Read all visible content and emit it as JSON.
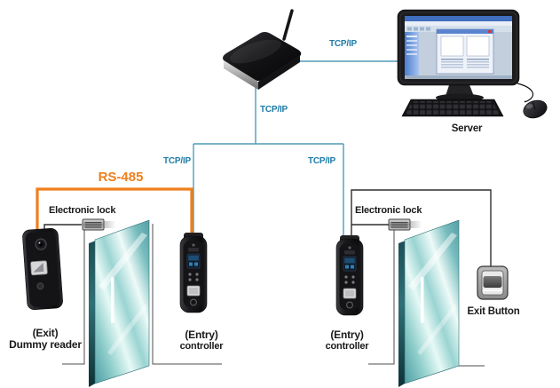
{
  "colors": {
    "tcp_line": "#4e9cba",
    "tcp_text": "#1e7ca8",
    "rs485": "#ee7f1d",
    "wire": "#2f2f2f",
    "leader": "#4d4d4d",
    "label_text": "#1a1a1a",
    "door_teal": "#5aa7ab"
  },
  "labels": {
    "tcp_router_server": "TCP/IP",
    "tcp_router_down": "TCP/IP",
    "tcp_branch_left": "TCP/IP",
    "tcp_branch_right": "TCP/IP",
    "rs485": "RS-485",
    "electronic_lock_left": "Electronic lock",
    "electronic_lock_right": "Electronic lock",
    "exit_dummy_reader": {
      "line1": "(Exit)",
      "line2": "Dummy reader"
    },
    "entry_controller_left": {
      "line1": "(Entry)",
      "line2": "controller"
    },
    "entry_controller_right": {
      "line1": "(Entry)",
      "line2": "controller"
    },
    "exit_button": "Exit Button",
    "server": "Server"
  },
  "topology": {
    "nodes": [
      "router",
      "server",
      "dummy-reader",
      "entry-controller-left",
      "entry-controller-right",
      "electronic-lock-left",
      "electronic-lock-right",
      "exit-button",
      "glass-door-left",
      "glass-door-right"
    ],
    "edges": [
      {
        "from": "router",
        "to": "server",
        "label": "TCP/IP"
      },
      {
        "from": "router",
        "to": "entry-controller-left",
        "label": "TCP/IP"
      },
      {
        "from": "router",
        "to": "entry-controller-right",
        "label": "TCP/IP"
      },
      {
        "from": "dummy-reader",
        "to": "entry-controller-left",
        "label": "RS-485"
      },
      {
        "from": "dummy-reader",
        "to": "electronic-lock-left",
        "label": ""
      },
      {
        "from": "entry-controller-right",
        "to": "electronic-lock-right",
        "label": ""
      },
      {
        "from": "entry-controller-right",
        "to": "exit-button",
        "label": ""
      }
    ]
  }
}
